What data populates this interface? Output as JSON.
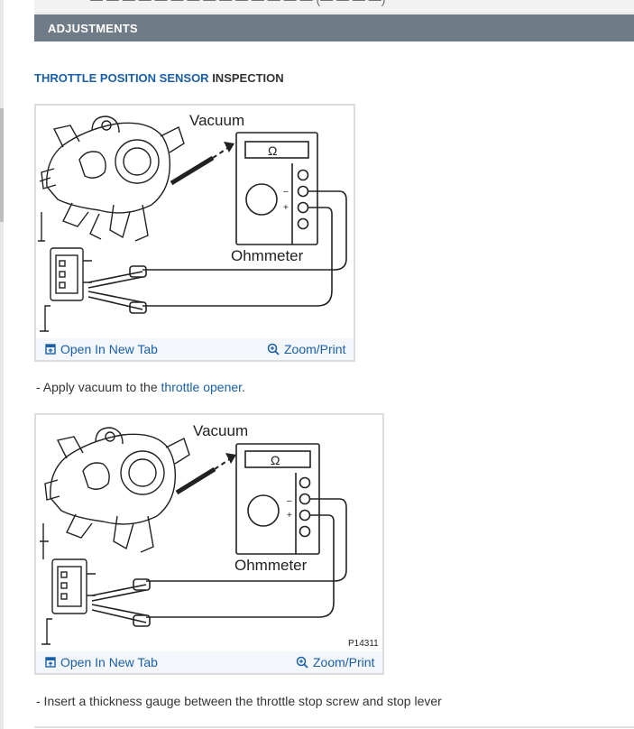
{
  "section_title": "ADJUSTMENTS",
  "subheading": {
    "link_text": "THROTTLE POSITION SENSOR",
    "rest_text": " INSPECTION"
  },
  "figures": [
    {
      "vacuum_label": "Vacuum",
      "meter_label": "Ohmmeter",
      "ohm_symbol": "Ω",
      "minus_sign": "–",
      "plus_sign": "+",
      "figure_code": "",
      "open_tab_label": "Open In New Tab",
      "zoom_label": "Zoom/Print"
    },
    {
      "vacuum_label": "Vacuum",
      "meter_label": "Ohmmeter",
      "ohm_symbol": "Ω",
      "minus_sign": "–",
      "plus_sign": "+",
      "figure_code": "P14311",
      "open_tab_label": "Open In New Tab",
      "zoom_label": "Zoom/Print"
    }
  ],
  "step1": {
    "prefix": "-  Apply vacuum to the ",
    "link_text": "throttle opener",
    "suffix": "."
  },
  "step2": {
    "text": "-  Insert a thickness gauge between the throttle stop screw and stop lever"
  },
  "icons": {
    "open_tab": "open-in-new-tab-icon",
    "zoom": "magnifier-plus-icon"
  },
  "colors": {
    "header_bar": "#707b88",
    "link": "#1a5fa8",
    "toolbar_bg": "#f3f6fa"
  }
}
